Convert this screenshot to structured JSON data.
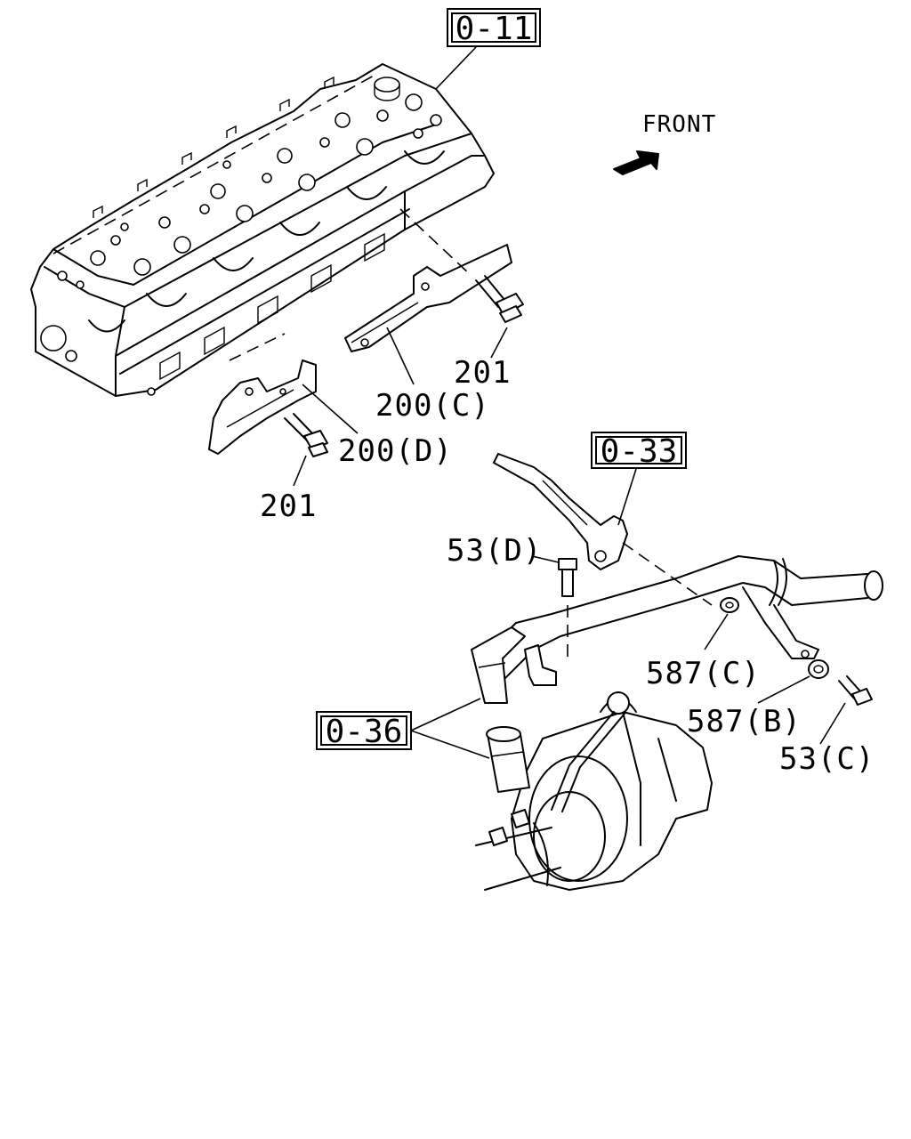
{
  "references": {
    "cyl_head": "0-11",
    "bracket_ref": "0-33",
    "hose_ref": "0-36"
  },
  "direction": {
    "front_label": "FRONT"
  },
  "callouts": {
    "bolt_201_upper": "201",
    "bolt_201_lower": "201",
    "cover_200c": "200(C)",
    "cover_200d": "200(D)",
    "bolt_53d": "53(D)",
    "washer_587c": "587(C)",
    "washer_587b": "587(B)",
    "bolt_53c": "53(C)"
  }
}
